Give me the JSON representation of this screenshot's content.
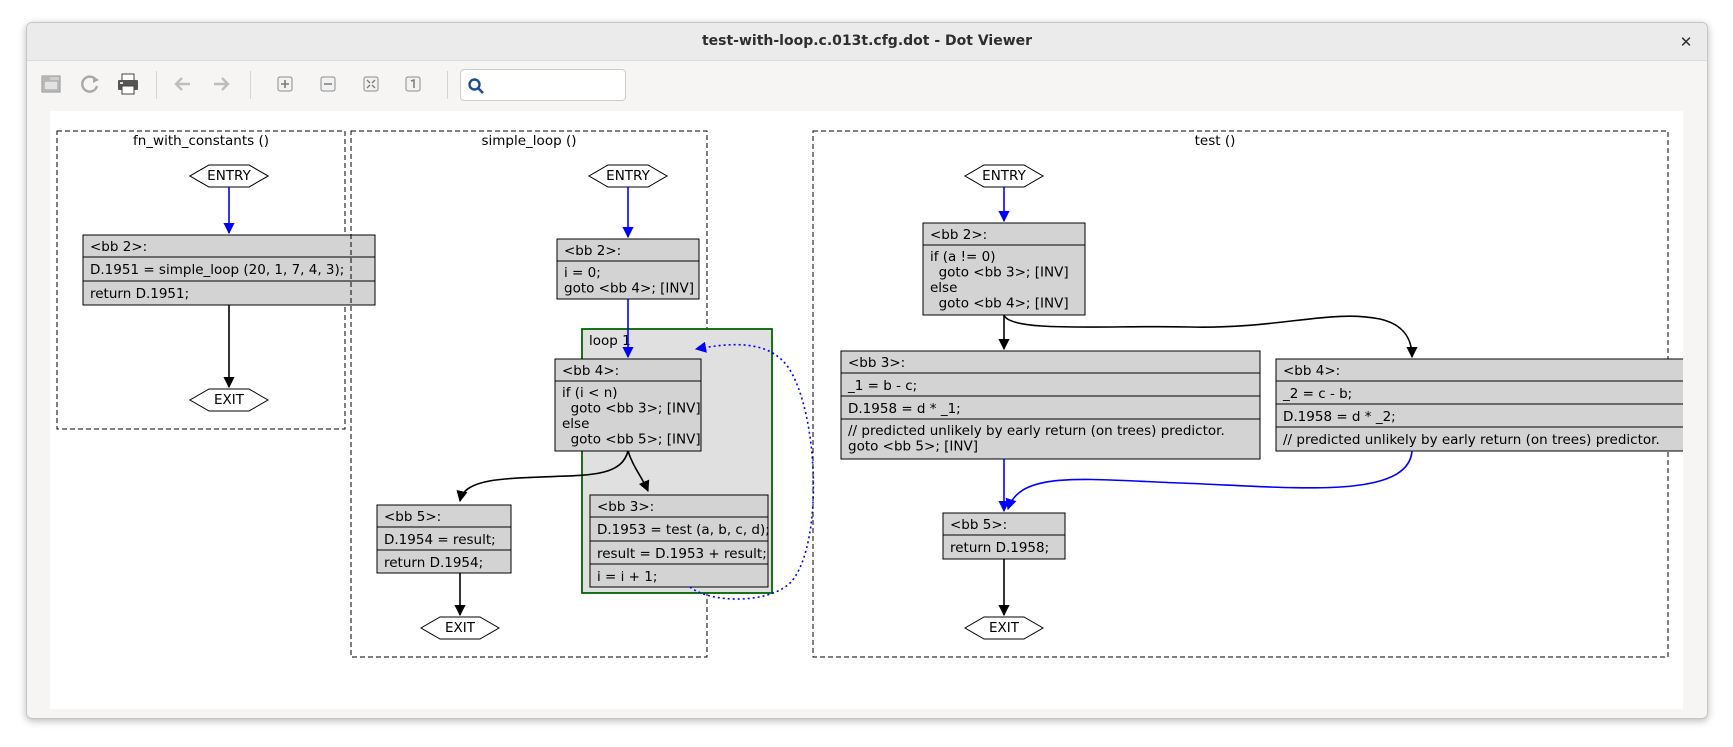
{
  "window": {
    "title": "test-with-loop.c.013t.cfg.dot - Dot Viewer",
    "close_icon": "close-icon"
  },
  "toolbar": {
    "buttons": [
      {
        "name": "open-icon"
      },
      {
        "name": "reload-icon"
      },
      {
        "name": "print-icon"
      },
      {
        "name": "back-icon"
      },
      {
        "name": "forward-icon"
      },
      {
        "name": "zoom-in-icon"
      },
      {
        "name": "zoom-out-icon"
      },
      {
        "name": "zoom-fit-icon"
      },
      {
        "name": "zoom-100-icon"
      }
    ],
    "search": {
      "icon": "search-icon",
      "value": "",
      "placeholder": ""
    }
  },
  "graph": {
    "edge_colors": {
      "entry": "#0000ff",
      "normal": "#000000",
      "back": "#0000ff"
    },
    "loop_color": "#006400",
    "clusters": [
      {
        "title": "fn_with_constants ()",
        "entry": "ENTRY",
        "exit": "EXIT",
        "blocks": [
          {
            "rows": [
              "<bb 2>:",
              "D.1951 = simple_loop (20, 1, 7, 4, 3);",
              "return D.1951;"
            ]
          }
        ]
      },
      {
        "title": "simple_loop ()",
        "entry": "ENTRY",
        "exit": "EXIT",
        "loop_label": "loop 1",
        "blocks": [
          {
            "rows": [
              "<bb 2>:",
              "i = 0;\ngoto <bb 4>; [INV]"
            ]
          },
          {
            "rows": [
              "<bb 4>:",
              "if (i < n)\n  goto <bb 3>; [INV]\nelse\n  goto <bb 5>; [INV]"
            ]
          },
          {
            "rows": [
              "<bb 3>:",
              "D.1953 = test (a, b, c, d);",
              "result = D.1953 + result;",
              "i = i + 1;"
            ]
          },
          {
            "rows": [
              "<bb 5>:",
              "D.1954 = result;",
              "return D.1954;"
            ]
          }
        ]
      },
      {
        "title": "test ()",
        "entry": "ENTRY",
        "exit": "EXIT",
        "blocks": [
          {
            "rows": [
              "<bb 2>:",
              "if (a != 0)\n  goto <bb 3>; [INV]\nelse\n  goto <bb 4>; [INV]"
            ]
          },
          {
            "rows": [
              "<bb 3>:",
              "_1 = b - c;",
              "D.1958 = d * _1;",
              "// predicted unlikely by early return (on trees) predictor.\ngoto <bb 5>; [INV]"
            ]
          },
          {
            "rows": [
              "<bb 4>:",
              "_2 = c - b;",
              "D.1958 = d * _2;",
              "// predicted unlikely by early return (on trees) predictor."
            ]
          },
          {
            "rows": [
              "<bb 5>:",
              "return D.1958;"
            ]
          }
        ]
      }
    ]
  }
}
